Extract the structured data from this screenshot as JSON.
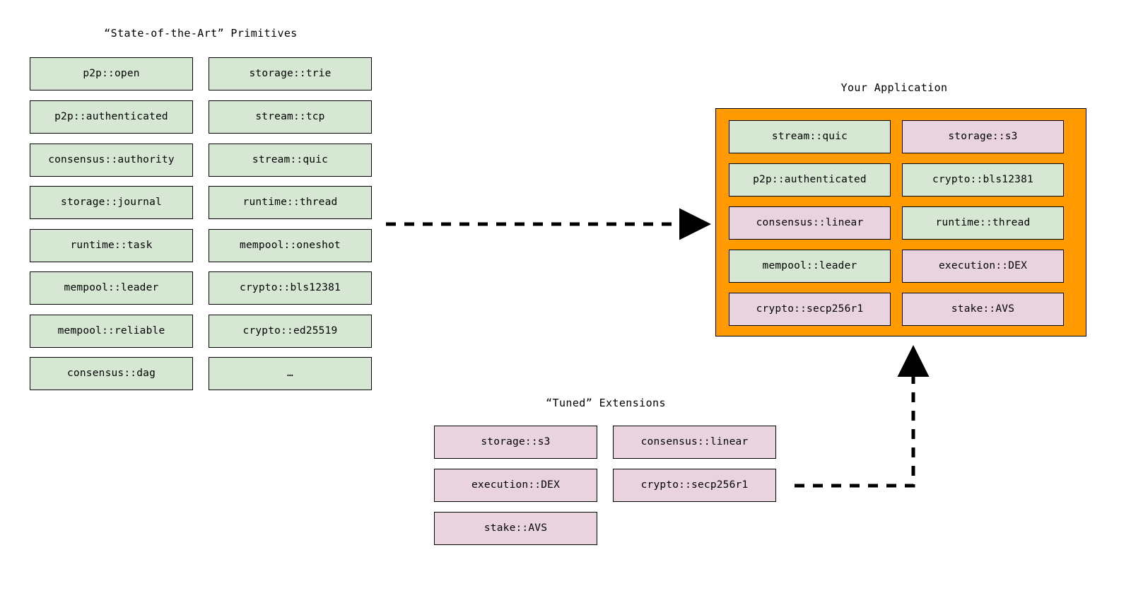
{
  "diagram": {
    "title_primitives": "“State-of-the-Art” Primitives",
    "title_application": "Your Application",
    "title_extensions": "“Tuned” Extensions",
    "colors": {
      "primitive_green": "#d6e8d4",
      "extension_pink": "#e9d3de",
      "application_orange": "#ff9a00",
      "stroke": "#000000",
      "background": "#ffffff"
    }
  },
  "primitives": {
    "heading": "“State-of-the-Art” Primitives",
    "column_left": [
      {
        "label": "p2p::open",
        "kind": "primitive"
      },
      {
        "label": "p2p::authenticated",
        "kind": "primitive"
      },
      {
        "label": "consensus::authority",
        "kind": "primitive"
      },
      {
        "label": "storage::journal",
        "kind": "primitive"
      },
      {
        "label": "runtime::task",
        "kind": "primitive"
      },
      {
        "label": "mempool::leader",
        "kind": "primitive"
      },
      {
        "label": "mempool::reliable",
        "kind": "primitive"
      },
      {
        "label": "consensus::dag",
        "kind": "primitive"
      }
    ],
    "column_right": [
      {
        "label": "storage::trie",
        "kind": "primitive"
      },
      {
        "label": "stream::tcp",
        "kind": "primitive"
      },
      {
        "label": "stream::quic",
        "kind": "primitive"
      },
      {
        "label": "runtime::thread",
        "kind": "primitive"
      },
      {
        "label": "mempool::oneshot",
        "kind": "primitive"
      },
      {
        "label": "crypto::bls12381",
        "kind": "primitive"
      },
      {
        "label": "crypto::ed25519",
        "kind": "primitive"
      },
      {
        "label": "…",
        "kind": "primitive"
      }
    ]
  },
  "application": {
    "heading": "Your Application",
    "column_left": [
      {
        "label": "stream::quic",
        "kind": "primitive"
      },
      {
        "label": "p2p::authenticated",
        "kind": "primitive"
      },
      {
        "label": "consensus::linear",
        "kind": "extension"
      },
      {
        "label": "mempool::leader",
        "kind": "primitive"
      },
      {
        "label": "crypto::secp256r1",
        "kind": "extension"
      }
    ],
    "column_right": [
      {
        "label": "storage::s3",
        "kind": "extension"
      },
      {
        "label": "crypto::bls12381",
        "kind": "primitive"
      },
      {
        "label": "runtime::thread",
        "kind": "primitive"
      },
      {
        "label": "execution::DEX",
        "kind": "extension"
      },
      {
        "label": "stake::AVS",
        "kind": "extension"
      }
    ]
  },
  "extensions": {
    "heading": "“Tuned” Extensions",
    "column_left": [
      {
        "label": "storage::s3",
        "kind": "extension"
      },
      {
        "label": "execution::DEX",
        "kind": "extension"
      },
      {
        "label": "stake::AVS",
        "kind": "extension"
      }
    ],
    "column_right": [
      {
        "label": "consensus::linear",
        "kind": "extension"
      },
      {
        "label": "crypto::secp256r1",
        "kind": "extension"
      }
    ]
  },
  "connections": [
    {
      "name": "primitives-to-application",
      "style": "dashed",
      "direction": "right"
    },
    {
      "name": "extensions-to-application",
      "style": "dashed",
      "direction": "up"
    }
  ]
}
